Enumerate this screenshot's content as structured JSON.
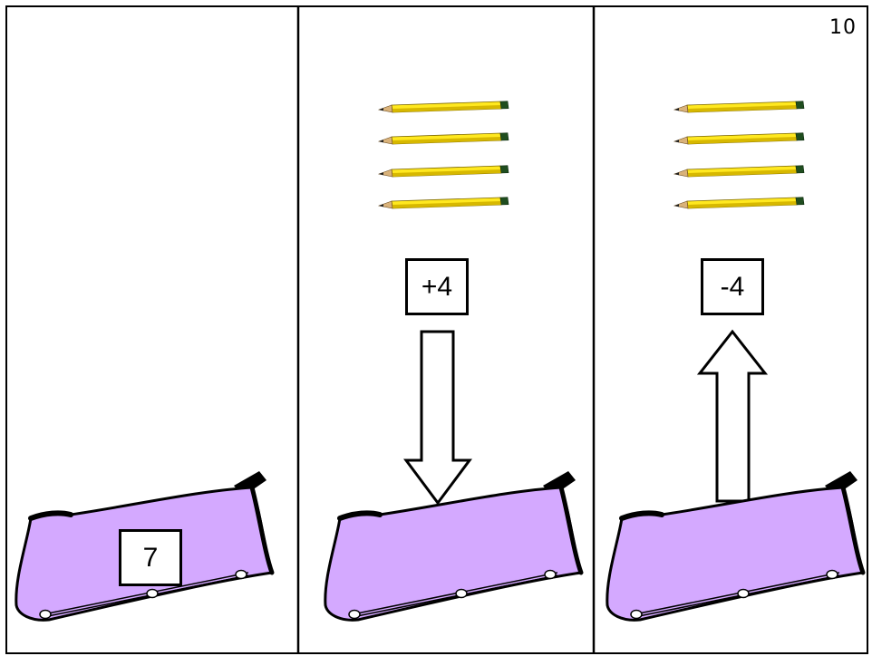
{
  "page": {
    "number": "10"
  },
  "panels": [
    {
      "id": "start",
      "value_label": "7",
      "pencils": 0,
      "arrow": "none"
    },
    {
      "id": "add",
      "value_label": "+4",
      "pencils": 4,
      "arrow": "down"
    },
    {
      "id": "subtract",
      "value_label": "-4",
      "pencils": 4,
      "arrow": "up"
    }
  ],
  "colors": {
    "pouch": "#d4a9ff",
    "pencil_body": "#ffe81f",
    "pencil_shade": "#c9a800",
    "pencil_cap": "#1f4d1f"
  },
  "icons": [
    "pencil-icon",
    "pencil-case-icon",
    "arrow-down-icon",
    "arrow-up-icon"
  ]
}
